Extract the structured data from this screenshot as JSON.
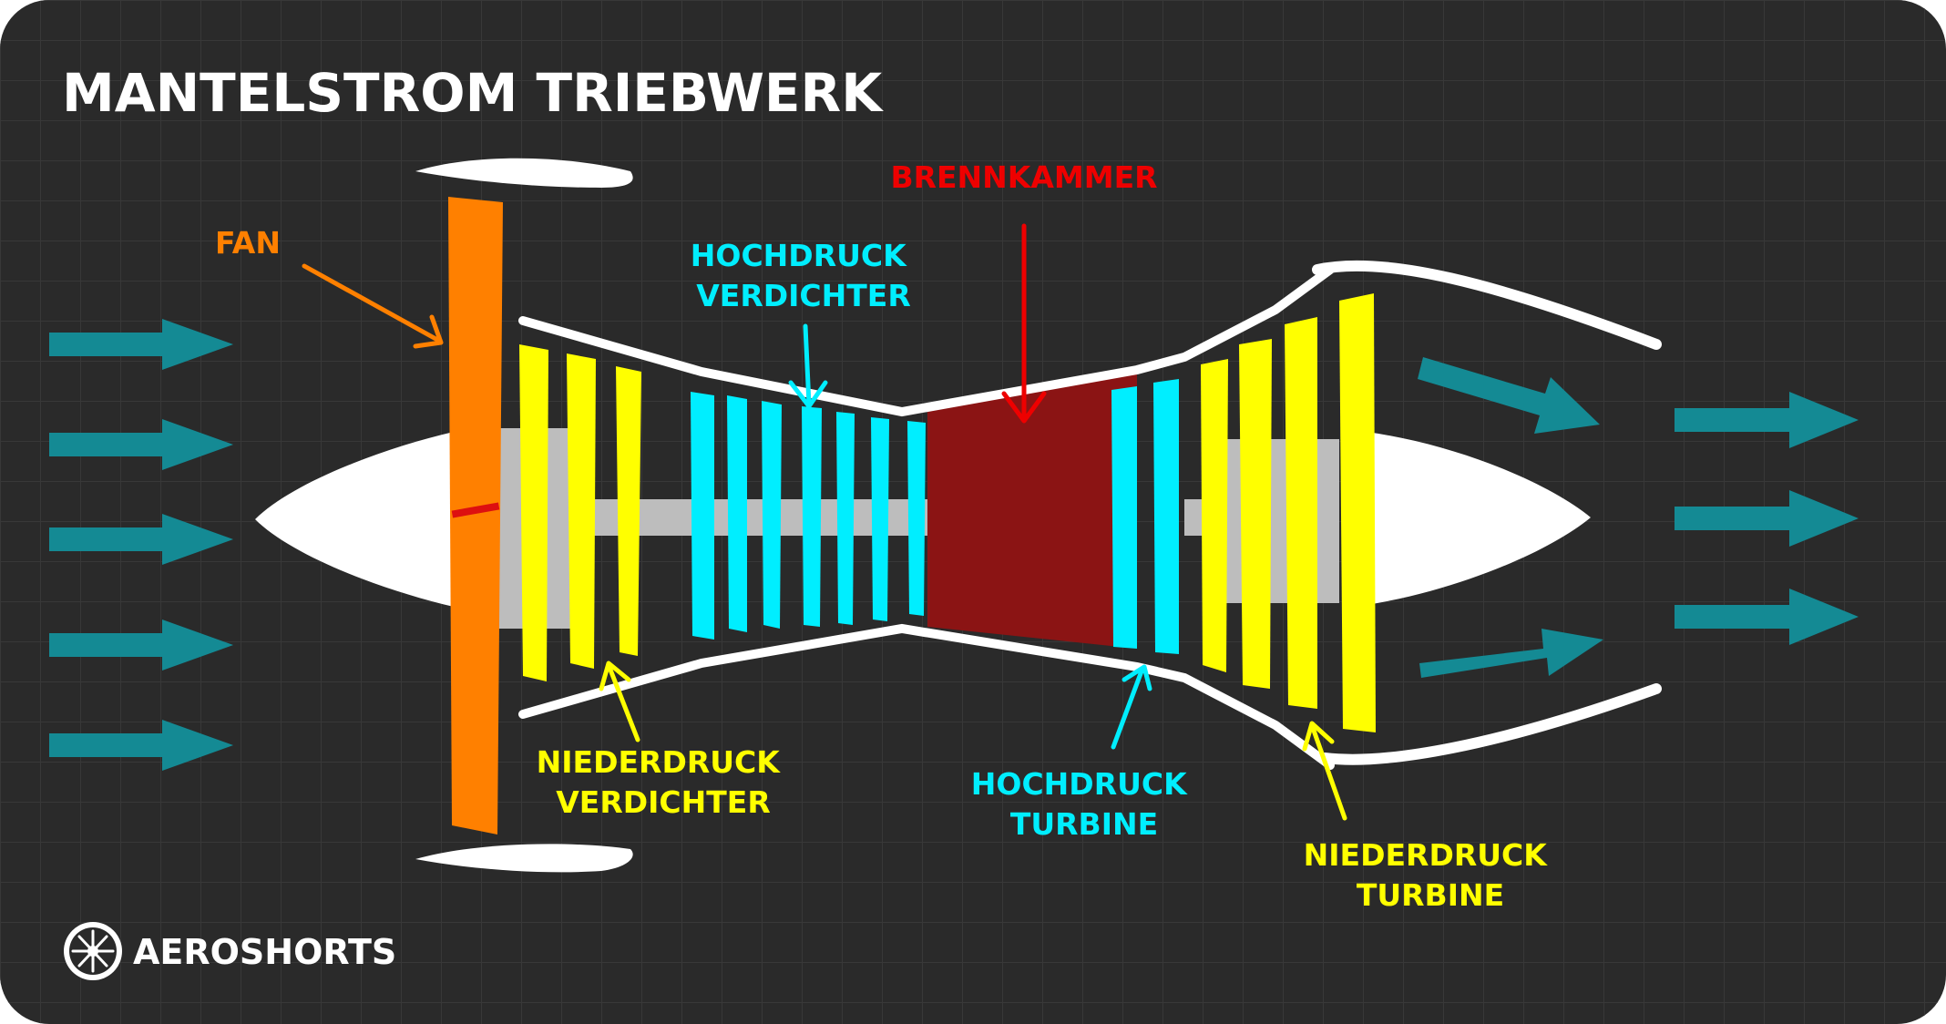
{
  "title": "MANTELSTROM TRIEBWERK",
  "brand": {
    "name": "AEROSHORTS",
    "icon": "turbine-fan-logo"
  },
  "colors": {
    "background": "#2a2a2a",
    "grid": "#383838",
    "fan": "#ff8000",
    "low_pressure": "#ffff00",
    "high_pressure": "#00eeff",
    "combustion_label": "#ee0000",
    "combustion_chamber": "#8b1414",
    "flow_arrow": "#148a94",
    "shaft": "#bdbdbd",
    "casing": "#ffffff"
  },
  "labels": {
    "fan": "FAN",
    "brennkammer": "BRENNKAMMER",
    "hochdruck_verdichter": [
      "HOCHDRUCK",
      "VERDICHTER"
    ],
    "niederdruck_verdichter": [
      "NIEDERDRUCK",
      "VERDICHTER"
    ],
    "hochdruck_turbine": [
      "HOCHDRUCK",
      "TURBINE"
    ],
    "niederdruck_turbine": [
      "NIEDERDRUCK",
      "TURBINE"
    ]
  }
}
